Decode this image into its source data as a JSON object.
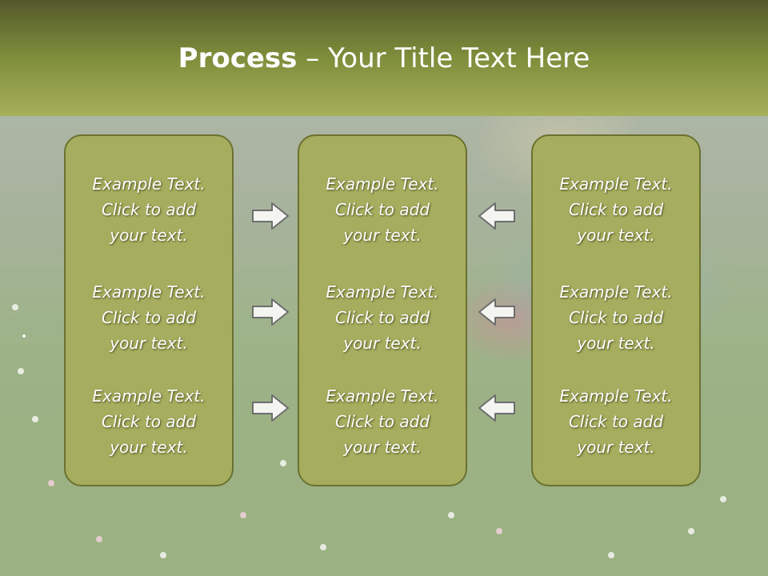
{
  "slide": {
    "title_bold": "Process",
    "title_sep": " – ",
    "title_rest": "Your Title Text Here"
  },
  "columns": [
    {
      "cells": [
        [
          "Example Text.",
          "Click  to add",
          "your text."
        ],
        [
          "Example Text.",
          "Click  to add",
          "your text."
        ],
        [
          "Example Text.",
          "Click  to add",
          "your text."
        ]
      ]
    },
    {
      "cells": [
        [
          "Example Text.",
          "Click  to add",
          "your text."
        ],
        [
          "Example Text.",
          "Click  to add",
          "your text."
        ],
        [
          "Example Text.",
          "Click  to add",
          "your text."
        ]
      ]
    },
    {
      "cells": [
        [
          "Example Text.",
          "Click  to add",
          "your text."
        ],
        [
          "Example Text.",
          "Click  to add",
          "your text."
        ],
        [
          "Example Text.",
          "Click  to add",
          "your text."
        ]
      ]
    }
  ],
  "arrows": {
    "left_group": [
      "right",
      "right",
      "right"
    ],
    "right_group": [
      "left",
      "left",
      "left"
    ]
  },
  "colors": {
    "panel_fill": "#a6ad5e",
    "panel_border": "#6a7131",
    "header_dark": "#53592a",
    "header_light": "#a7b05a"
  }
}
